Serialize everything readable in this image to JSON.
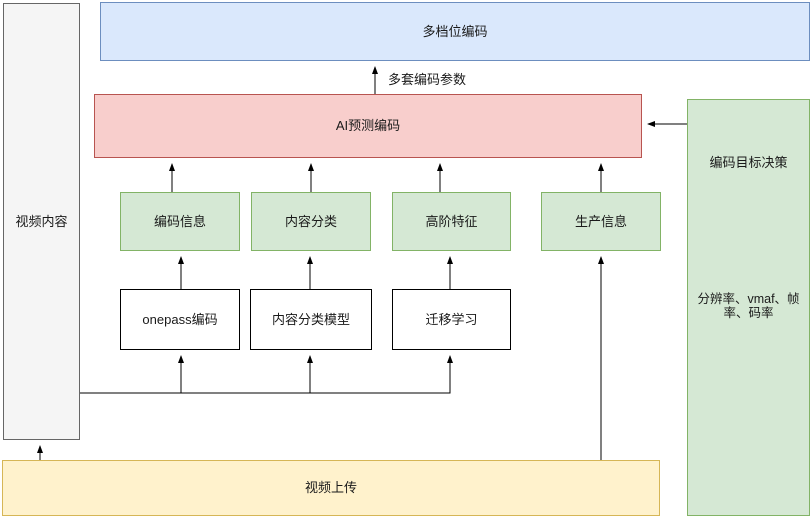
{
  "diagram": {
    "nodes": {
      "video_content": {
        "label": "视频内容",
        "fill": "#f5f5f5",
        "stroke": "#666666"
      },
      "multi_tier_encoding": {
        "label": "多档位编码",
        "fill": "#dae8fc",
        "stroke": "#6c8ebf"
      },
      "ai_predictive_encoding": {
        "label": "AI预测编码",
        "fill": "#f8cecc",
        "stroke": "#b85450"
      },
      "encoding_info": {
        "label": "编码信息",
        "fill": "#d5e8d4",
        "stroke": "#82b366"
      },
      "content_classification": {
        "label": "内容分类",
        "fill": "#d5e8d4",
        "stroke": "#82b366"
      },
      "high_order_features": {
        "label": "高阶特征",
        "fill": "#d5e8d4",
        "stroke": "#82b366"
      },
      "production_info": {
        "label": "生产信息",
        "fill": "#d5e8d4",
        "stroke": "#82b366"
      },
      "onepass_encoding": {
        "label": "onepass编码",
        "fill": "#ffffff",
        "stroke": "#000000"
      },
      "content_classification_model": {
        "label": "内容分类模型",
        "fill": "#ffffff",
        "stroke": "#000000"
      },
      "transfer_learning": {
        "label": "迁移学习",
        "fill": "#ffffff",
        "stroke": "#000000"
      },
      "encoding_target_decision": {
        "label": "编码目标决策",
        "sublabel": "分辨率、vmaf、帧率、码率",
        "fill": "#d5e8d4",
        "stroke": "#82b366"
      },
      "video_upload": {
        "label": "视频上传",
        "fill": "#fff2cc",
        "stroke": "#d6b656"
      }
    },
    "edge_labels": {
      "encoding_params": "多套编码参数"
    },
    "palette": {
      "blue_fill": "#dae8fc",
      "blue_stroke": "#6c8ebf",
      "red_fill": "#f8cecc",
      "red_stroke": "#b85450",
      "green_fill": "#d5e8d4",
      "green_stroke": "#82b366",
      "yellow_fill": "#fff2cc",
      "yellow_stroke": "#d6b656",
      "gray_fill": "#f5f5f5",
      "gray_stroke": "#666666",
      "white_fill": "#ffffff",
      "white_stroke": "#000000",
      "connector": "#000000"
    }
  }
}
